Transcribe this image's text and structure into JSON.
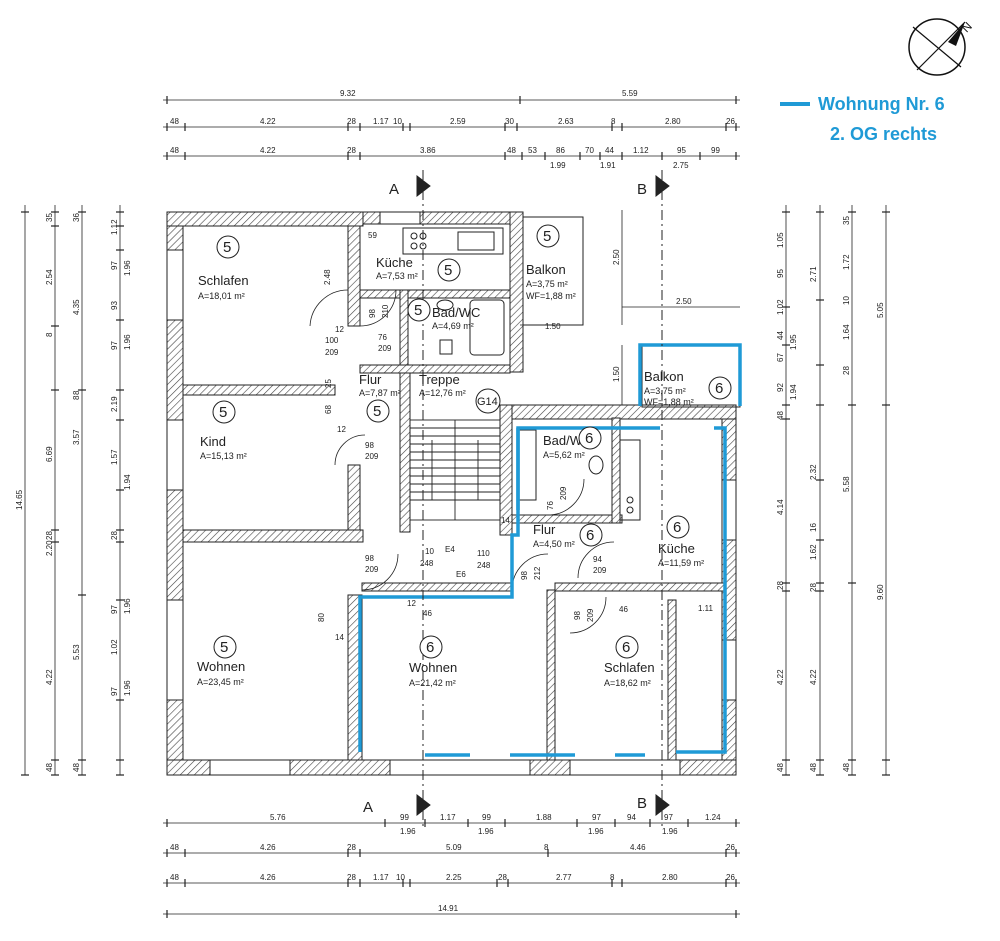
{
  "legend": {
    "line1": "Wohnung Nr. 6",
    "line2": "2. OG rechts",
    "color": "#1f9ad6"
  },
  "compass": {
    "label": "N"
  },
  "sections": {
    "a": "A",
    "b": "B"
  },
  "rooms": [
    {
      "id": "schlafen5",
      "name": "Schlafen",
      "area": "A=18,01 m²",
      "unit": "5"
    },
    {
      "id": "kind5",
      "name": "Kind",
      "area": "A=15,13 m²",
      "unit": "5"
    },
    {
      "id": "wohnen5",
      "name": "Wohnen",
      "area": "A=23,45 m²",
      "unit": "5"
    },
    {
      "id": "kueche5",
      "name": "Küche",
      "area": "A=7,53 m²",
      "unit": "5"
    },
    {
      "id": "bad5",
      "name": "Bad/WC",
      "area": "A=4,69 m²",
      "unit": "5"
    },
    {
      "id": "balkon5",
      "name": "Balkon",
      "area": "A=3,75 m²",
      "area2": "WF=1,88 m²",
      "unit": "5"
    },
    {
      "id": "flur5",
      "name": "Flur",
      "area": "A=7,87 m²",
      "unit": "5"
    },
    {
      "id": "treppe",
      "name": "Treppe",
      "area": "A=12,76 m²",
      "unit": "G14"
    },
    {
      "id": "balkon6",
      "name": "Balkon",
      "area": "A=3,75 m²",
      "area2": "WF=1,88 m²",
      "unit": "6"
    },
    {
      "id": "bad6",
      "name": "Bad/WC",
      "area": "A=5,62 m²",
      "unit": "6"
    },
    {
      "id": "flur6",
      "name": "Flur",
      "area": "A=4,50 m²",
      "unit": "6"
    },
    {
      "id": "kueche6",
      "name": "Küche",
      "area": "A=11,59 m²",
      "unit": "6"
    },
    {
      "id": "wohnen6",
      "name": "Wohnen",
      "area": "A=21,42 m²",
      "unit": "6"
    },
    {
      "id": "schlafen6",
      "name": "Schlafen",
      "area": "A=18,62 m²",
      "unit": "6"
    }
  ],
  "dims": {
    "top1": [
      "9.32",
      "5.59"
    ],
    "top2": [
      "48",
      "4.22",
      "28",
      "1.17",
      "10",
      "2.59",
      "30",
      "2.63",
      "8",
      "2.80",
      "26"
    ],
    "top3": [
      "48",
      "4.22",
      "28",
      "3.86",
      "48",
      "53",
      "86",
      "1.99",
      "70",
      "44",
      "1.91",
      "1.12",
      "95",
      "2.75",
      "99"
    ],
    "bottom1": [
      "5.76",
      "99",
      "1.96",
      "1.17",
      "99",
      "1.96",
      "1.88",
      "97",
      "1.96",
      "94",
      "97",
      "1.96",
      "1.24"
    ],
    "bottom2": [
      "48",
      "4.26",
      "28",
      "5.09",
      "8",
      "4.46",
      "26"
    ],
    "bottom3": [
      "48",
      "4.26",
      "28",
      "1.17",
      "10",
      "2.25",
      "28",
      "2.77",
      "8",
      "2.80",
      "26"
    ],
    "bottom4": [
      "14.91"
    ],
    "left1": [
      "14.65"
    ],
    "left2": [
      "35",
      "2.54",
      "4.35",
      "8",
      "6.69",
      "8",
      "2.20",
      "28",
      "4.22",
      "5.53",
      "48"
    ],
    "left3": [
      "36",
      "1.12",
      "97",
      "1.96",
      "93",
      "97",
      "1.96",
      "8",
      "2.19",
      "3.57",
      "1.57",
      "1.94",
      "28",
      "97",
      "1.96",
      "1.02",
      "97",
      "1.96",
      "48"
    ],
    "right1": [
      "1.05",
      "2.71",
      "95",
      "1.02",
      "44",
      "1.95",
      "67",
      "1.94",
      "92",
      "48",
      "4.14",
      "28",
      "4.22",
      "48"
    ],
    "right2": [
      "35",
      "1.72",
      "10",
      "1.64",
      "28",
      "2.32",
      "16",
      "1.62",
      "28",
      "4.22",
      "48"
    ],
    "right3": [
      "5.05",
      "5.58",
      "9.60",
      "48"
    ],
    "inner": {
      "d248": "2.48",
      "d250a": "2.50",
      "d250b": "2.50",
      "d150a": "1.50",
      "d150b": "1.50",
      "d98a": "98",
      "d210": "210",
      "d59": "59",
      "d12a": "12",
      "d100": "100",
      "d209a": "209",
      "d76a": "76",
      "d209b": "209",
      "d25": "25",
      "d68": "68",
      "d12b": "12",
      "d98b": "98",
      "d209c": "209",
      "d98c": "98",
      "d209d": "209",
      "d80": "80",
      "d14": "14",
      "d12c": "12",
      "d46a": "46",
      "d10": "10",
      "d248b": "248",
      "d110": "110",
      "d248c": "248",
      "d98d": "98",
      "d212": "212",
      "d76b": "76",
      "d209e": "209",
      "d94": "94",
      "d209f": "209",
      "d98e": "98",
      "d209g": "209",
      "d46b": "46",
      "d111": "1.11",
      "e4": "E4",
      "e6": "E6",
      "d14b": "14"
    }
  }
}
